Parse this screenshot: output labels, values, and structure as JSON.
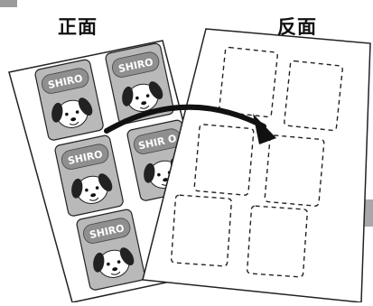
{
  "headings": {
    "front": "正面",
    "back": "反面"
  },
  "front_sheet": {
    "card_label": "SHIRO",
    "cards": [
      {
        "label": "SHIRO"
      },
      {
        "label": "SHIRO"
      },
      {
        "label": "SHIRO"
      },
      {
        "label": "SHIR O"
      },
      {
        "label": "SHIRO"
      }
    ]
  },
  "back_sheet": {
    "cut_outline_count": 6
  },
  "arrow": {
    "meaning": "flip-to-back"
  },
  "colors": {
    "card_fill": "#b9b9b9",
    "badge_fill": "#8f8f8f",
    "corner_tab": "#9b9b9b",
    "side_tab": "#a8a8a8",
    "ink": "#111111"
  }
}
